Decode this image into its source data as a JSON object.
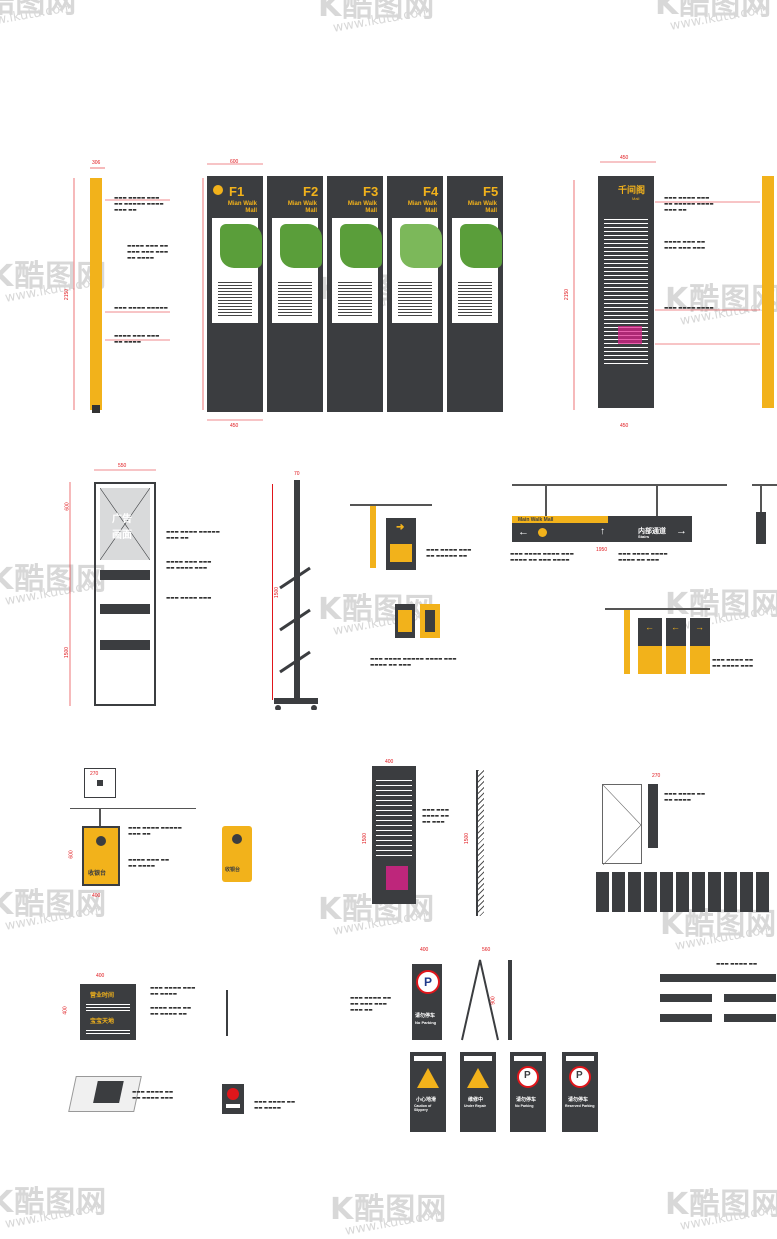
{
  "watermark": {
    "brand": "K酷图网",
    "url": "www.ikutu.com"
  },
  "main_pylons": [
    {
      "floor": "F1",
      "name_line1": "Mian Walk",
      "name_line2": "Mall"
    },
    {
      "floor": "F2",
      "name_line1": "Mian Walk",
      "name_line2": "Mall"
    },
    {
      "floor": "F3",
      "name_line1": "Mian Walk",
      "name_line2": "Mall"
    },
    {
      "floor": "F4",
      "name_line1": "Mian Walk",
      "name_line2": "Mall"
    },
    {
      "floor": "F5",
      "name_line1": "Mian Walk",
      "name_line2": "Mall"
    }
  ],
  "dims": {
    "a": "306",
    "b": "600",
    "c": "2150",
    "d": "450",
    "e": "600",
    "f": "400",
    "g": "1950",
    "h": "270",
    "i": "1500",
    "j": "550",
    "k": "600",
    "l": "900",
    "m": "70",
    "n": "560",
    "o": "400"
  },
  "directory_sign": {
    "title": "千间阁",
    "sub": "Mall"
  },
  "ad_stand": {
    "label_line1": "广告",
    "label_line2": "画面"
  },
  "hanging_banner": {
    "title": "Main Walk Mall",
    "right_cn": "内部通道",
    "right_en": "Stairs"
  },
  "cashier_sign": {
    "label": "收银台"
  },
  "hours_sign": {
    "title1": "营业时间",
    "title2": "宝宝天地"
  },
  "parking_sign": {
    "cn": "请勿停车",
    "en": "No Parking"
  },
  "warning_signs": [
    {
      "cn": "小心地滑",
      "en": "Caution of Slippery"
    },
    {
      "cn": "维修中",
      "en": "Under Repair"
    },
    {
      "cn": "请勿停车",
      "en": "No Parking"
    },
    {
      "cn": "请勿停车",
      "en": "Reserved Parking"
    }
  ],
  "colors": {
    "accent": "#f2b21b",
    "panel": "#3b3d40",
    "dimension": "#e0161b",
    "map": "#5a9e3a",
    "magenta": "#e0208a"
  }
}
